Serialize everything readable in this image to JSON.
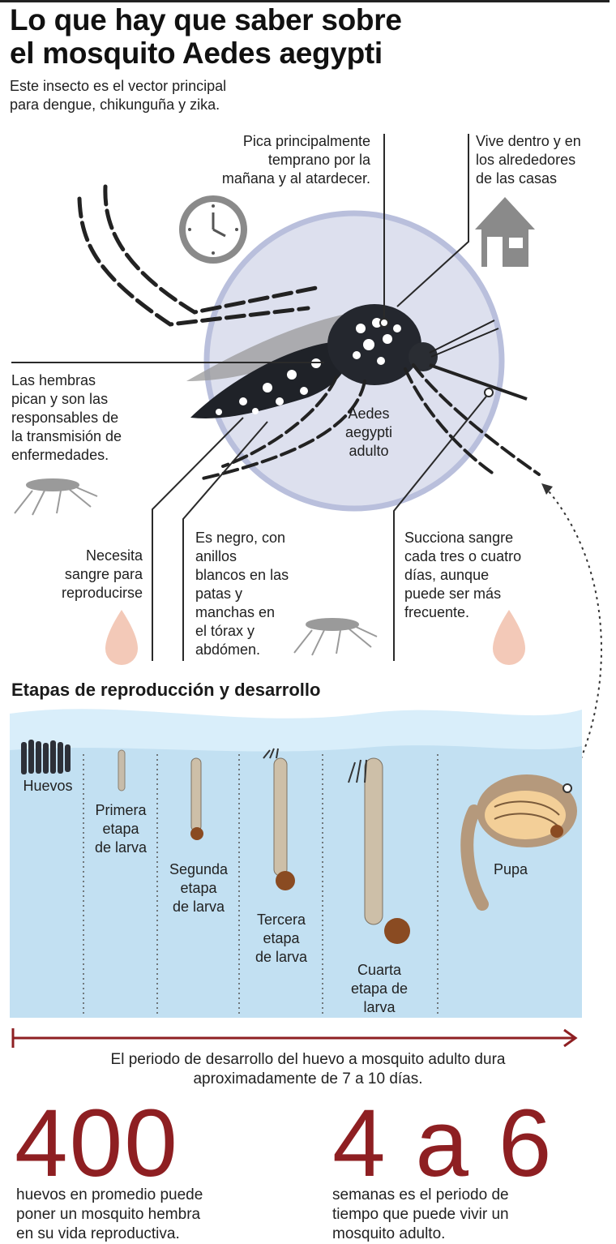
{
  "header": {
    "title_line1": "Lo que hay que saber sobre",
    "title_line2": "el mosquito Aedes aegypti",
    "subtitle": "Este insecto es el vector principal\npara dengue, chikunguña y zika."
  },
  "facts": {
    "bite_time": "Pica principalmente\ntemprano por la\nmañana y al atardecer.",
    "habitat": "Vive dentro y en\nlos alrededores\nde las casas",
    "females": "Las hembras\npican y son las\nresponsables de\nla transmisión de\nenfermedades.",
    "center_label": "Aedes\naegypti\nadulto",
    "needs_blood": "Necesita\nsangre para\nreproducirse",
    "appearance": "Es negro, con\nanillos\nblancos en las\npatas y\nmanchas en\nel tórax y\nabdómen.",
    "feeding": "Succiona sangre\ncada tres o cuatro\ndías, aunque\npuede ser más\nfrecuente."
  },
  "stages": {
    "section_title": "Etapas de reproducción y desarrollo",
    "eggs": "Huevos",
    "larva1": "Primera\netapa\nde larva",
    "larva2": "Segunda\netapa\nde larva",
    "larva3": "Tercera\netapa\nde larva",
    "larva4": "Cuarta\netapa de\nlarva",
    "pupa": "Pupa"
  },
  "timeline": {
    "duration_text": "El periodo de desarrollo del huevo a mosquito adulto dura\naproximadamente de 7 a 10 días."
  },
  "stats": {
    "eggs_number": "400",
    "eggs_text": "huevos en promedio puede\nponer un mosquito hembra\nen su vida reproductiva.",
    "life_number": "4 a 6",
    "life_text": "semanas es el periodo de\ntiempo que puede vivir un\nmosquito adulto."
  },
  "colors": {
    "accent_red": "#8e1f22",
    "circle_fill": "#dde0ee",
    "water": "#cfe6f4",
    "icon_gray": "#8a8a8a",
    "blood_drop": "#f3c9b8"
  }
}
